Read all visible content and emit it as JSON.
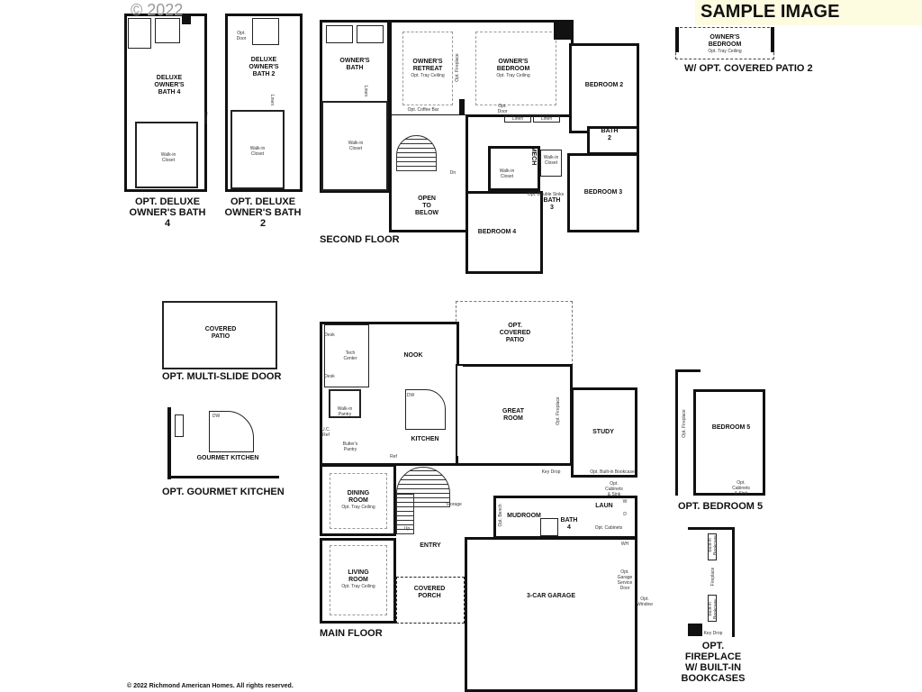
{
  "header": {
    "copyright_mark": "© 2022",
    "sample_banner": "SAMPLE IMAGE"
  },
  "footer": {
    "text": "© 2022 Richmond American Homes. All rights reserved."
  },
  "options_top": {
    "bath4": {
      "room": "DELUXE\nOWNER'S\nBATH 4",
      "closet": "Walk-in\nCloset",
      "linen": "Linen",
      "title": "OPT. DELUXE\nOWNER'S BATH 4"
    },
    "bath2": {
      "room": "DELUXE\nOWNER'S\nBATH 2",
      "closet": "Walk-in\nCloset",
      "door": "Opt.\nDoor",
      "linen": "Linen",
      "title": "OPT. DELUXE\nOWNER'S BATH 2"
    },
    "patio2": {
      "room": "OWNER'S\nBEDROOM",
      "note": "Opt. Tray Ceiling",
      "title": "W/ OPT. COVERED PATIO 2"
    }
  },
  "second_floor": {
    "title": "SECOND FLOOR",
    "rooms": {
      "owners_bath": "OWNER'S\nBATH",
      "owners_retreat": "OWNER'S\nRETREAT",
      "retreat_note": "Opt. Tray Ceiling",
      "owners_bedroom": "OWNER'S\nBEDROOM",
      "bedroom_note": "Opt. Tray Ceiling",
      "coffee_bar": "Opt. Coffee Bar",
      "fireplace": "Opt. Fireplace",
      "opt_door": "Opt.\nDoor",
      "linen1": "Linen",
      "linen2": "Linen",
      "linen3": "Linen",
      "walkin_closet": "Walk-in\nCloset",
      "bedroom2": "BEDROOM 2",
      "bath2": "BATH\n2",
      "mech": "MECH",
      "walkin2": "Walk-in\nCloset",
      "walkin3": "Walk-in\nCloset",
      "double_sinks": "Opt. Double Sinks",
      "bath3": "BATH\n3",
      "bedroom3": "BEDROOM 3",
      "bedroom4": "BEDROOM 4",
      "open_below": "OPEN\nTO\nBELOW",
      "dn": "Dn"
    }
  },
  "options_left": {
    "patio": {
      "room": "COVERED\nPATIO",
      "title": "OPT. MULTI-SLIDE DOOR"
    },
    "kitchen": {
      "room": "GOURMET KITCHEN",
      "dw": "DW",
      "title": "OPT. GOURMET KITCHEN"
    }
  },
  "main_floor": {
    "title": "MAIN FLOOR",
    "rooms": {
      "desk1": "Desk",
      "desk2": "Desk",
      "tech_center": "Tech\nCenter",
      "nook": "NOOK",
      "covered_patio": "OPT.\nCOVERED\nPATIO",
      "walkin_pantry": "Walk-in\nPantry",
      "dw": "DW",
      "great_room": "GREAT\nROOM",
      "fireplace": "Opt. Fireplace",
      "kitchen": "KITCHEN",
      "uc_ref": "U.C.\nRef",
      "butlers_pantry": "Butler's\nPantry",
      "ref": "Ref",
      "study": "STUDY",
      "bookcase": "Opt. Built-in Bookcase",
      "key_drop": "Key Drop",
      "dining": "DINING\nROOM",
      "dining_note": "Opt. Tray Ceiling",
      "storage": "Storage",
      "up": "Up",
      "bench": "Opt. Bench",
      "mudroom": "MUDROOM",
      "bath4": "BATH\n4",
      "laun": "LAUN",
      "cabinets_sink": "Opt.\nCabinets\n& Sink",
      "cabinets": "Opt. Cabinets",
      "w": "W",
      "d": "D",
      "entry": "ENTRY",
      "living": "LIVING\nROOM",
      "living_note": "Opt. Tray Ceiling",
      "porch": "COVERED\nPORCH",
      "garage": "3-CAR GARAGE",
      "service_door": "Opt.\nGarage\nService\nDoor",
      "window": "Opt.\nWindow",
      "wh": "WH"
    }
  },
  "options_right": {
    "bedroom5": {
      "room": "BEDROOM 5",
      "fireplace": "Opt. Fireplace",
      "cabinets": "Opt.\nCabinets\n& Sink",
      "title": "OPT. BEDROOM 5"
    },
    "fireplace": {
      "bookcase1": "Built-in\nBookcase",
      "fireplace": "Fireplace",
      "bookcase2": "Built-in\nBookcase",
      "key_drop": "Key Drop",
      "title": "OPT. FIREPLACE\nW/ BUILT-IN\nBOOKCASES"
    }
  }
}
